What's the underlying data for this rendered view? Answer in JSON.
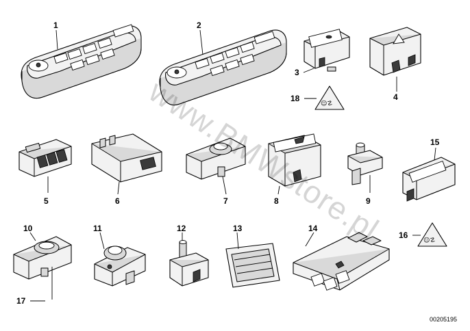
{
  "diagram": {
    "watermark": "www.BMWstore.pl",
    "image_code": "00205195",
    "callouts": [
      "1",
      "2",
      "3",
      "18",
      "4",
      "5",
      "6",
      "7",
      "8",
      "9",
      "15",
      "16",
      "10",
      "11",
      "12",
      "13",
      "14",
      "17"
    ]
  },
  "colors": {
    "line": "#000000",
    "part_fill": "#f2f2f2",
    "shade": "#d9d9d9",
    "background": "#ffffff"
  }
}
